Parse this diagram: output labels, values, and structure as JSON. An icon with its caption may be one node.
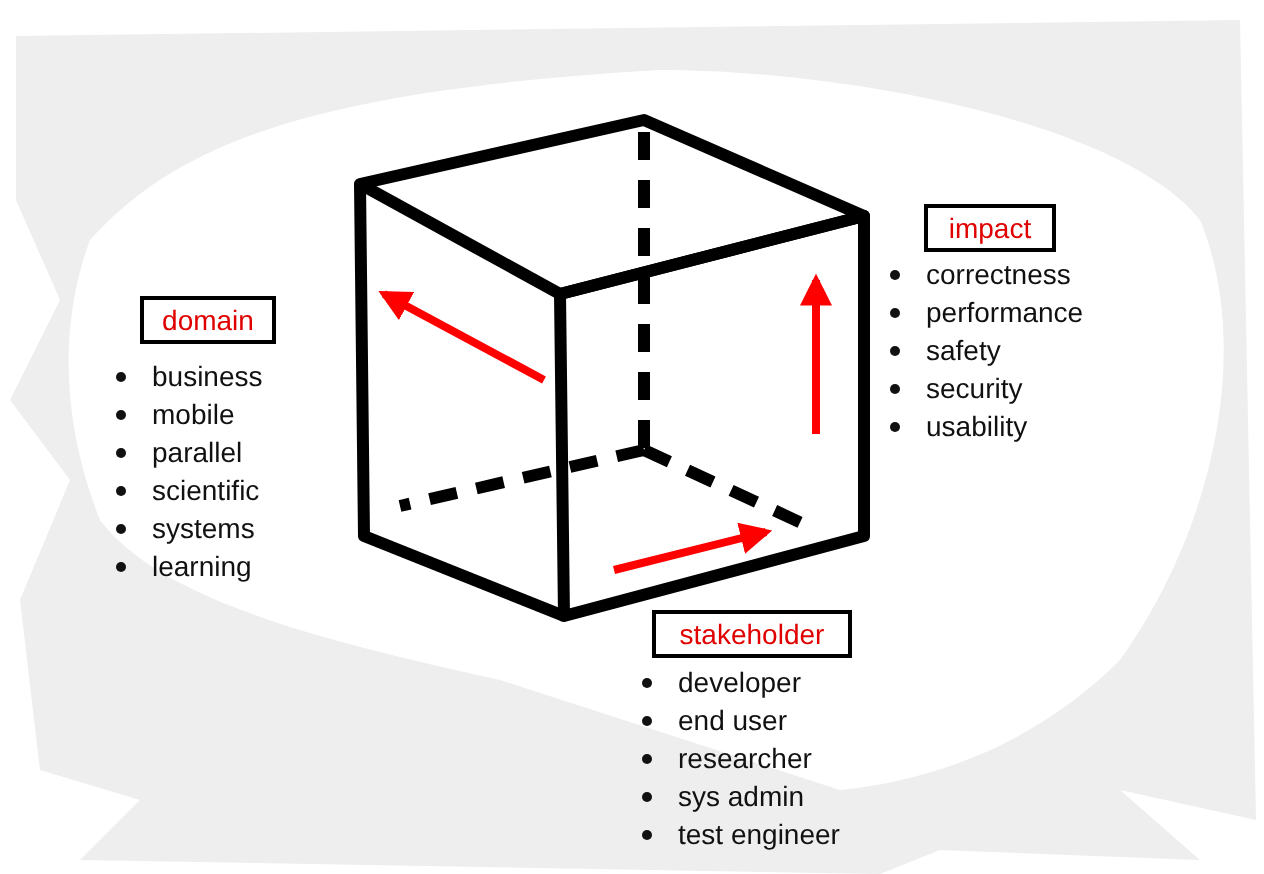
{
  "diagram": {
    "nodes": [
      {
        "text": [
          "domain"
        ],
        "beside": [
          "business",
          "mobile",
          "parallel",
          "scientific",
          "systems",
          "learning"
        ]
      },
      {
        "text": [
          "impact"
        ],
        "beside": [
          "correctness",
          "performance",
          "safety",
          "security",
          "usability"
        ]
      },
      {
        "text": [
          "stakeholder"
        ],
        "beside": [
          "developer",
          "end user",
          "researcher",
          "sys admin",
          "test engineer"
        ]
      }
    ]
  }
}
